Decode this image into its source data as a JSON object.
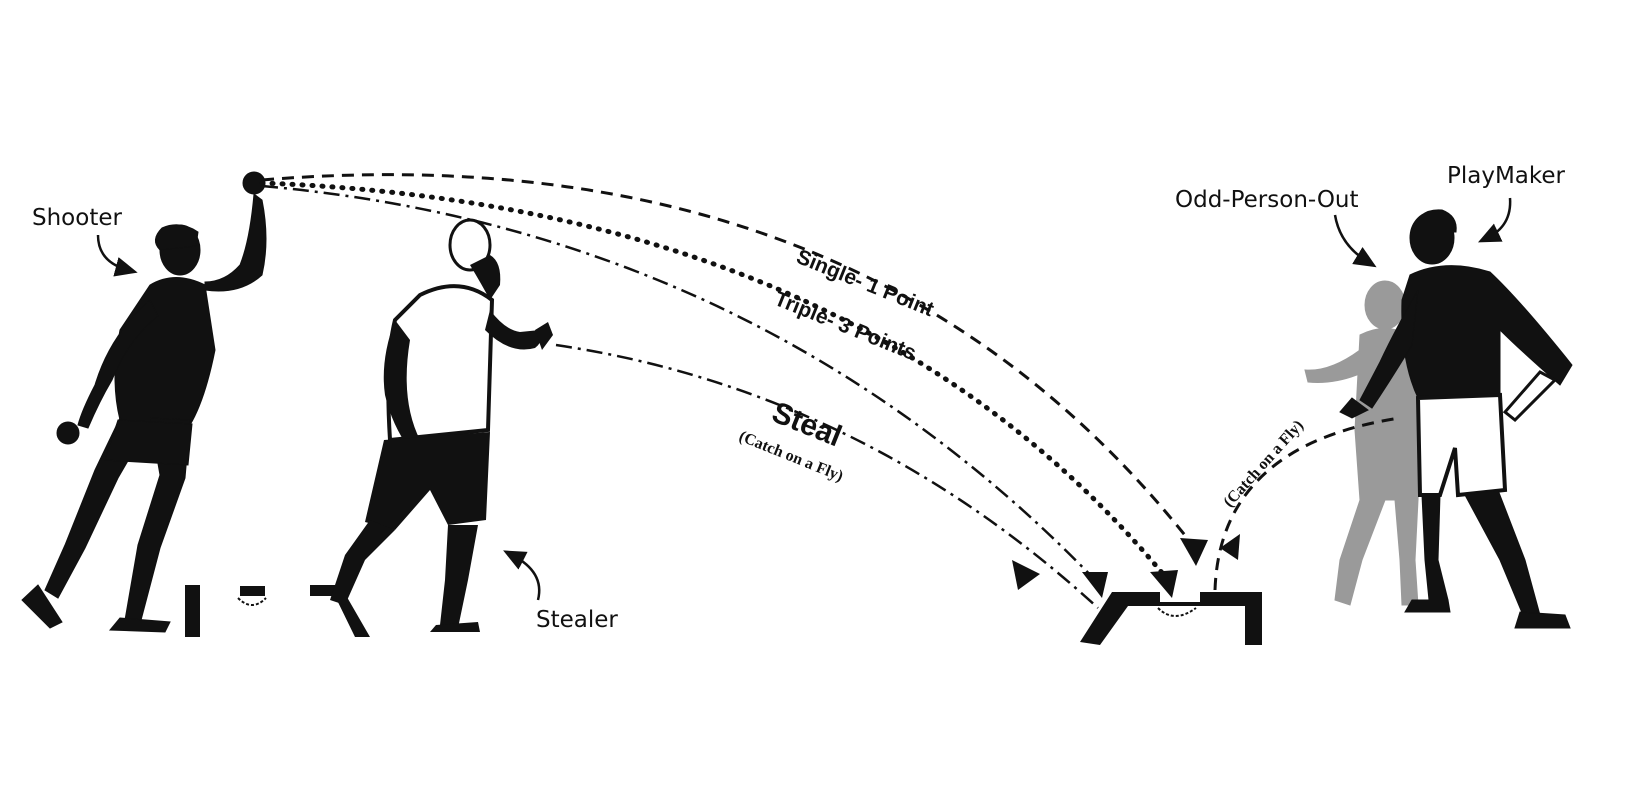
{
  "roles": {
    "shooter": "Shooter",
    "stealer": "Stealer",
    "odd_person_out": "Odd-Person-Out",
    "playmaker": "PlayMaker"
  },
  "throws": {
    "single": "Single- 1 Point",
    "triple": "Triple- 3 Points",
    "steal": "Steal",
    "steal_note": "(Catch on a Fly)",
    "return_note": "(Catch on a Fly)"
  },
  "colors": {
    "ink": "#111111",
    "faded_figure": "#9a9a9a",
    "background": "#ffffff"
  }
}
